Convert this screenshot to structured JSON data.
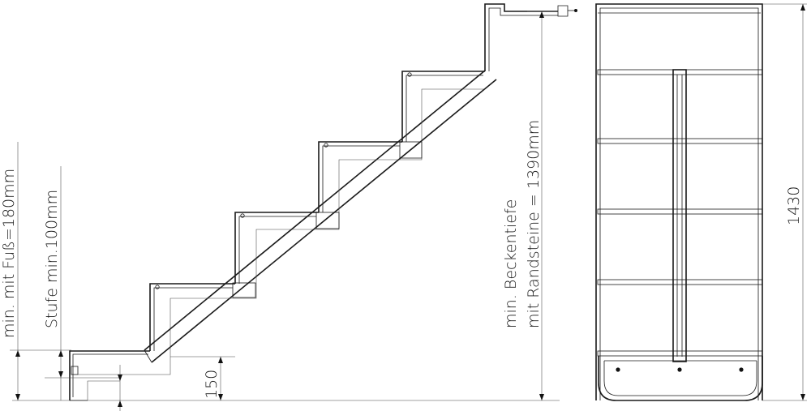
{
  "labels": {
    "min_foot": "min. mit Fuß=180mm",
    "step_min": "Stufe min.100mm",
    "pool_depth_line1": "min. Beckentiefe",
    "pool_depth_line2": "mit Randsteine = 1390mm",
    "foot_height": "150",
    "total_height": "1430"
  },
  "colors": {
    "line": "#1a1a1a",
    "background": "#ffffff"
  }
}
